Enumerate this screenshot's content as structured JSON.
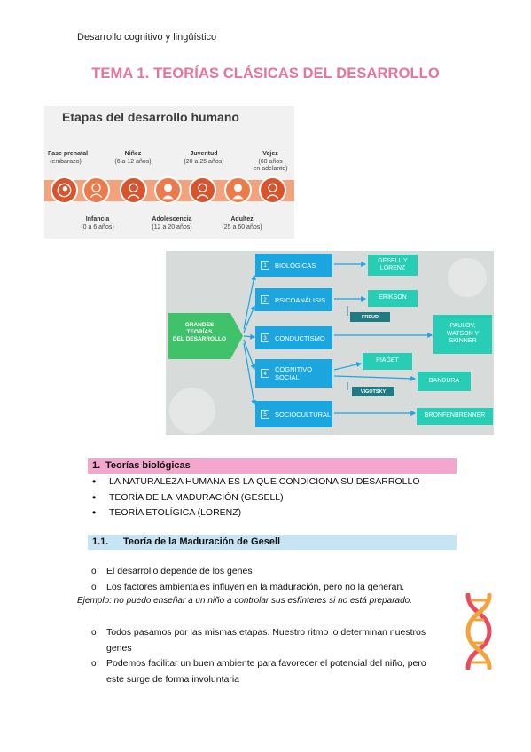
{
  "header": "Desarrollo cognitivo y lingüístico",
  "title": "TEMA 1. TEORÍAS CLÁSICAS DEL DESARROLLO",
  "stages_image": {
    "title": "Etapas del desarrollo humano",
    "top": [
      {
        "name": "Fase prenatal",
        "range": "(embarazo)"
      },
      {
        "name": "Niñez",
        "range": "(6 a 12 años)"
      },
      {
        "name": "Juventud",
        "range": "(20 a 25 años)"
      },
      {
        "name": "Vejez",
        "range": "(60 años",
        "range2": "en adelante)"
      }
    ],
    "bottom": [
      {
        "name": "Infancia",
        "range": "(0 a 6 años)"
      },
      {
        "name": "Adolescencia",
        "range": "(12 a 20 años)"
      },
      {
        "name": "Adultez",
        "range": "(25 a 60 años)"
      }
    ],
    "colors": {
      "band": "#f2a37d",
      "circle_dark": "#d9542c",
      "circle_light": "#ec7a4a"
    }
  },
  "theories_image": {
    "main_line1": "GRANDES",
    "main_line2": "TEORÍAS",
    "main_line3": "DEL DESARROLLO",
    "theories": [
      {
        "num": "1",
        "label": "BIOLÓGICAS"
      },
      {
        "num": "2",
        "label": "PSICOANÁLISIS"
      },
      {
        "num": "3",
        "label": "CONDUCTISMO"
      },
      {
        "num": "4",
        "label": "COGNITIVO",
        "label2": "SOCIAL"
      },
      {
        "num": "5",
        "label": "SOCIOCULTURAL"
      }
    ],
    "results": {
      "gesell_1": "GESELL Y",
      "gesell_2": "LORENZ",
      "erikson": "ERIKSON",
      "freud": "FREUD",
      "pavlov_1": "PAULOV,",
      "pavlov_2": "WATSON Y",
      "pavlov_3": "SKINNER",
      "piaget": "PIAGET",
      "bandura": "BANDURA",
      "vigotsky": "VIGOTSKY",
      "bronfenbrenner": "BRONFENBRENNER"
    },
    "colors": {
      "main": "#3fc26a",
      "theory": "#1ba6e0",
      "result": "#28cdb5",
      "dark": "#1f7a84"
    }
  },
  "section1": {
    "number": "1.",
    "title": "Teorías biológicas",
    "bullets": [
      "LA NATURALEZA HUMANA ES LA QUE CONDICIONA SU DESARROLLO",
      "TEORÍA DE LA MADURACIÓN (GESELL)",
      "TEORÍA ETOLÍGICA (LORENZ)"
    ]
  },
  "section2": {
    "number": "1.1.",
    "title": "Teoría de la Maduración de Gesell",
    "items_a": [
      "El desarrollo depende de los genes",
      "Los factores ambientales influyen en la maduración, pero no la generan."
    ],
    "example": "Ejemplo: no puedo enseñar a un niño a controlar sus esfínteres si no está preparado.",
    "items_b": [
      {
        "line1": "Todos pasamos por las mismas etapas. Nuestro ritmo lo determinan nuestros",
        "line2": "genes"
      },
      {
        "line1": "Podemos facilitar un buen ambiente para favorecer el potencial del niño, pero",
        "line2": "este surge de forma involuntaria"
      }
    ]
  },
  "icons": {
    "dna": "dna-icon"
  }
}
